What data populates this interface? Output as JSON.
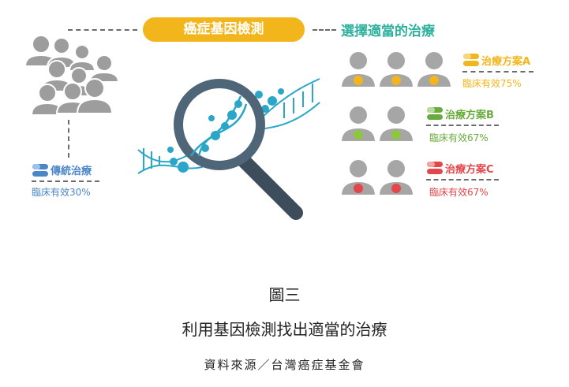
{
  "header": {
    "test_label": "癌症基因檢測",
    "choose_label": "選擇適當的治療"
  },
  "traditional": {
    "label": "傳統治療",
    "rate": "臨床有效30%",
    "color": "#4b86c9"
  },
  "plans": [
    {
      "label": "治療方案A",
      "rate": "臨床有效75%",
      "color": "#f2b51b"
    },
    {
      "label": "治療方案B",
      "rate": "臨床有效67%",
      "color": "#69ac3d"
    },
    {
      "label": "治療方案C",
      "rate": "臨床有效67%",
      "color": "#e3474b"
    }
  ],
  "caption": {
    "figure_number": "圖三",
    "title": "利用基因檢測找出適當的治療",
    "source": "資料來源／台灣癌症基金會"
  }
}
